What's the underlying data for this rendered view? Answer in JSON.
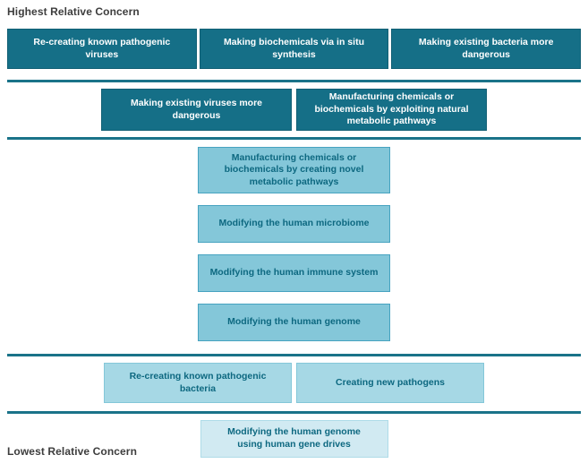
{
  "labels": {
    "highest": "Highest Relative Concern",
    "lowest": "Lowest Relative Concern"
  },
  "colors": {
    "dark_teal": "#156f87",
    "medium_blue_fill": "#84c7d9",
    "medium_blue_border": "#47a3c0",
    "light_blue_fill": "#a6d8e5",
    "lightest_blue_fill": "#d1eaf2",
    "divider_teal": "#1a7389",
    "dark_box_text": "#ffffff",
    "light_box_text": "#0d6880",
    "label_text": "#3d3d3d"
  },
  "tiers": {
    "tier1": {
      "level": "1 - highest concern",
      "boxes": [
        "Re-creating known pathogenic viruses",
        "Making biochemicals via in situ synthesis",
        "Making existing bacteria more dangerous"
      ]
    },
    "tier2": {
      "level": "2",
      "boxes": [
        "Making existing viruses more dangerous",
        "Manufacturing chemicals or biochemicals by exploiting natural metabolic pathways"
      ]
    },
    "tier3": {
      "level": "3 - medium concern",
      "boxes": [
        "Manufacturing chemicals or biochemicals by creating novel metabolic pathways",
        "Modifying the human microbiome",
        "Modifying the human immune system",
        "Modifying the human genome"
      ]
    },
    "tier4": {
      "level": "4",
      "boxes": [
        "Re-creating known pathogenic bacteria",
        "Creating new pathogens"
      ]
    },
    "tier5": {
      "level": "5 - lowest concern",
      "boxes": [
        "Modifying the human genome using human gene drives"
      ]
    }
  }
}
